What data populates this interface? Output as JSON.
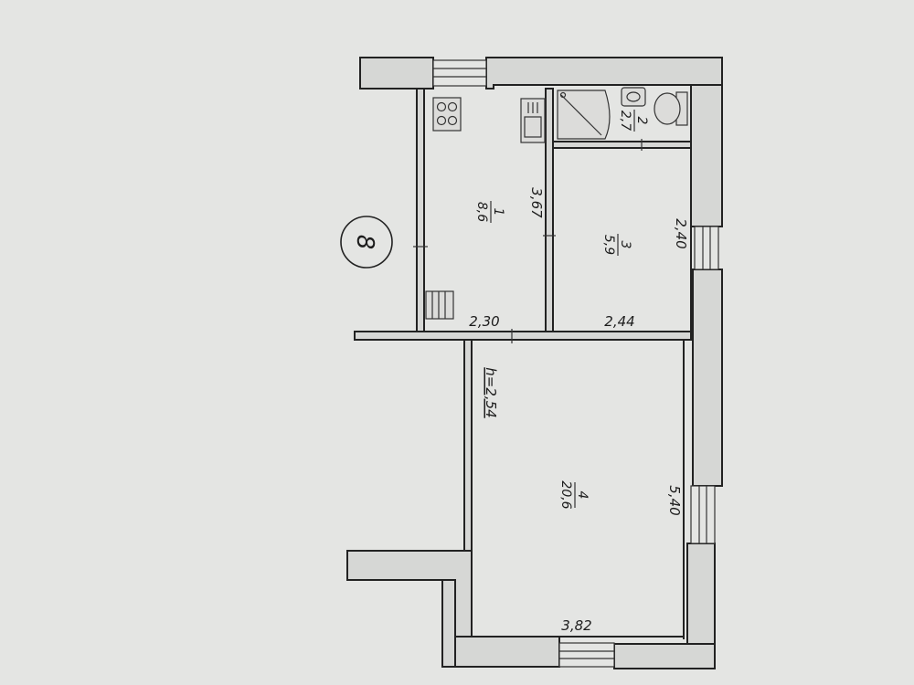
{
  "plan": {
    "apartment_number": "8",
    "ceiling_height": "h=2,54",
    "rooms": [
      {
        "number": "1",
        "area": "8,6"
      },
      {
        "number": "2",
        "area": "2,7"
      },
      {
        "number": "3",
        "area": "5,9"
      },
      {
        "number": "4",
        "area": "20,6"
      }
    ],
    "dimensions": {
      "kitchen_width": "2,30",
      "kitchen_length": "3,67",
      "room3_width": "2,44",
      "room3_length": "2,40",
      "room4_length": "5,40",
      "room4_width": "3,82"
    }
  },
  "colors": {
    "background": "#cdd0d2",
    "paper": "#e4e5e3",
    "ink": "#222222"
  },
  "icons": [
    "stove-icon",
    "sink-icon",
    "shower-icon",
    "washbasin-icon",
    "toilet-icon",
    "radiator-icon"
  ]
}
